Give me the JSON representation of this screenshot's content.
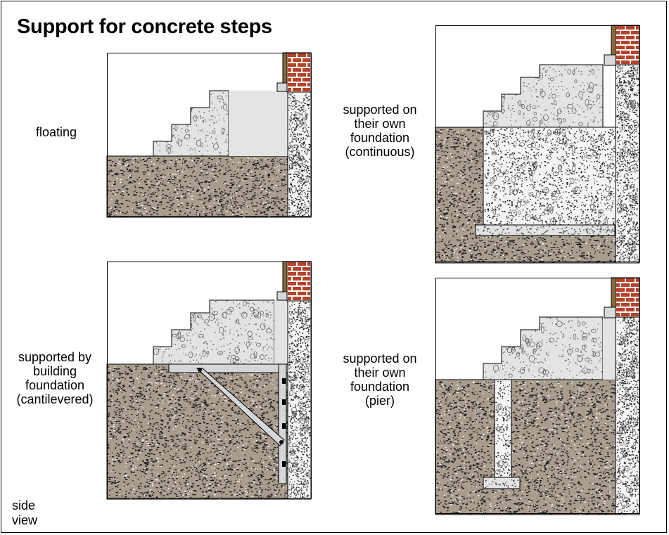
{
  "title": "Support for concrete steps",
  "panels": [
    {
      "id": "floating",
      "label_lines": [
        "floating"
      ]
    },
    {
      "id": "continuous",
      "label_lines": [
        "supported on",
        "their own",
        "foundation",
        "(continuous)"
      ]
    },
    {
      "id": "cantilevered",
      "label_lines": [
        "supported by",
        "building",
        "foundation",
        "(cantilevered)"
      ]
    },
    {
      "id": "pier",
      "label_lines": [
        "supported on",
        "their own",
        "foundation",
        "(pier)"
      ]
    }
  ],
  "view_note": [
    "side",
    "view"
  ],
  "colors": {
    "soil": "#a99d8f",
    "concrete": "#e3e3e3",
    "foundation_wall": "#f4f4f4",
    "brick": "#b5432a",
    "mortar": "#ffffff",
    "sill": "#8a6a35",
    "steel": "#d6d6d6"
  }
}
